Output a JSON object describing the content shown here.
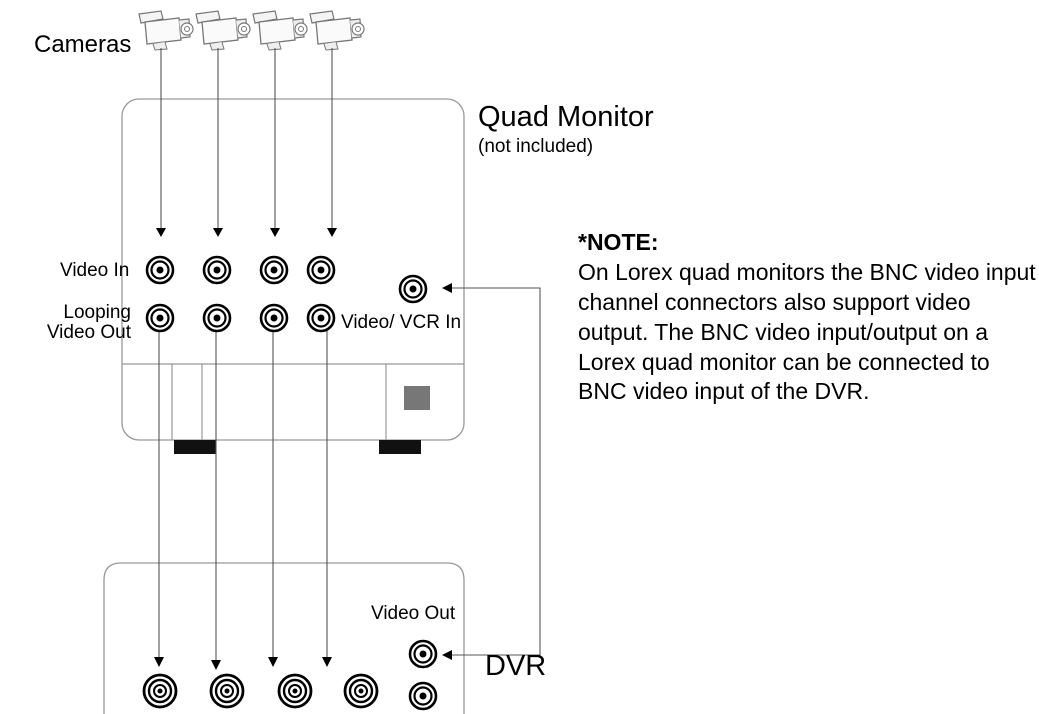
{
  "labels": {
    "cameras": "Cameras",
    "quad_monitor": "Quad Monitor",
    "not_included": "(not included)",
    "video_in": "Video In",
    "looping_video_out": "Looping Video Out",
    "video_vcr_in": "Video/ VCR In",
    "video_out": "Video Out",
    "dvr": "DVR"
  },
  "note": {
    "title": "*NOTE:",
    "body": "On Lorex quad monitors the BNC video input channel connectors also support video output. The BNC video input/output on a Lorex quad monitor can be connected to BNC video input of the DVR."
  },
  "icons": {
    "camera": "camera-icon",
    "bnc_connector": "bnc-connector-icon",
    "arrowhead": "arrowhead-icon"
  }
}
